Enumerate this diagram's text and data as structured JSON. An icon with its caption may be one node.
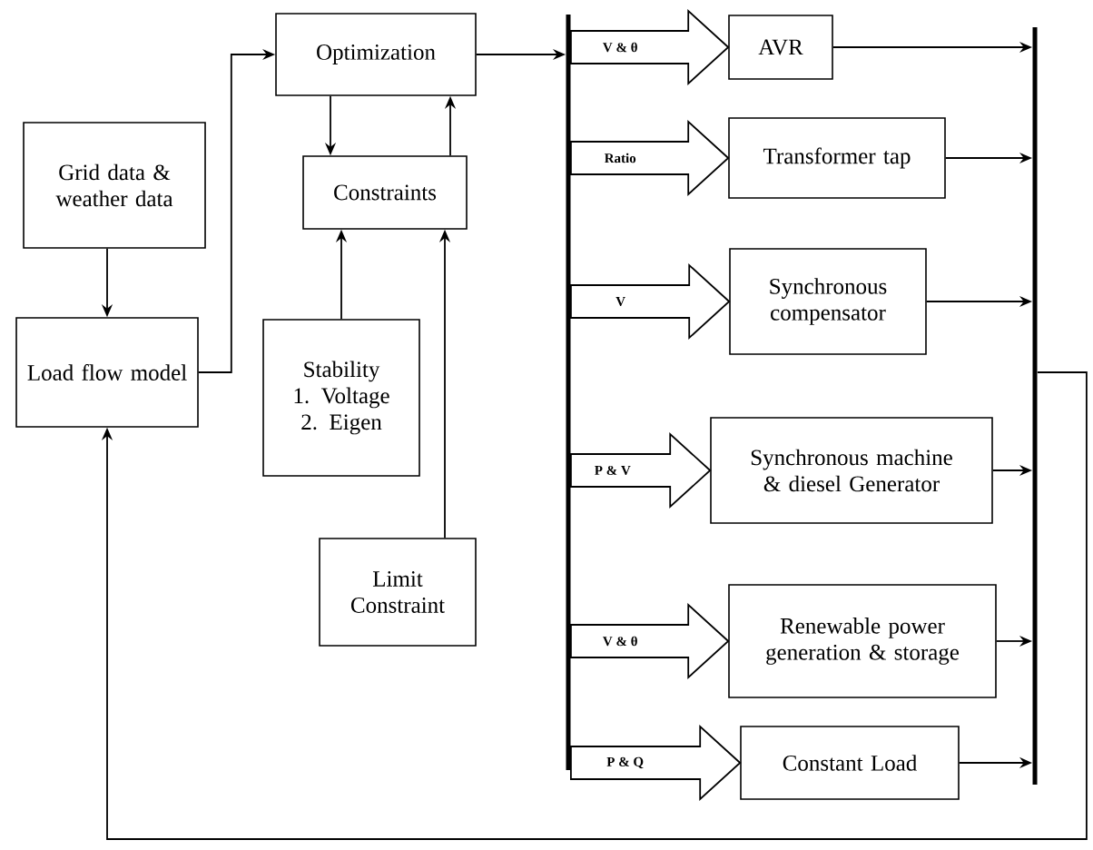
{
  "diagram": {
    "nodes": [
      {
        "text": [
          "Grid data & weather data"
        ]
      },
      {
        "text": [
          "Load flow model"
        ]
      },
      {
        "text": [
          "Optimization"
        ]
      },
      {
        "text": [
          "Constraints"
        ]
      },
      {
        "text": [
          "Stability",
          "1. Voltage",
          "2. Eigen"
        ]
      },
      {
        "text": [
          "Limit Constraint"
        ]
      },
      {
        "text": [
          "AVR"
        ]
      },
      {
        "text": [
          "Transformer tap"
        ]
      },
      {
        "text": [
          "Synchronous compensator"
        ]
      },
      {
        "text": [
          "Synchronous machine & diesel Generator"
        ]
      },
      {
        "text": [
          "Renewable power generation & storage"
        ]
      },
      {
        "text": [
          "Constant Load"
        ]
      },
      {
        "text": [],
        "shape": "bar"
      },
      {
        "text": [],
        "shape": "bar"
      }
    ],
    "edges": [
      {
        "from": 0,
        "to": 1,
        "arrow": "to"
      },
      {
        "from": 1,
        "to": 2,
        "arrow": "to"
      },
      {
        "from": 2,
        "to": 3,
        "arrow": "to"
      },
      {
        "from": 3,
        "to": 2,
        "arrow": "to"
      },
      {
        "from": 4,
        "to": 3,
        "arrow": "to"
      },
      {
        "from": 5,
        "to": 3,
        "arrow": "to"
      },
      {
        "from": 2,
        "to": 12,
        "arrow": "to"
      },
      {
        "from": 12,
        "to": 6,
        "arrow": "to",
        "style": "thick",
        "label": "V & θ"
      },
      {
        "from": 12,
        "to": 7,
        "arrow": "to",
        "style": "thick",
        "label": "Ratio"
      },
      {
        "from": 12,
        "to": 8,
        "arrow": "to",
        "style": "thick",
        "label": "V"
      },
      {
        "from": 12,
        "to": 9,
        "arrow": "to",
        "style": "thick",
        "label": "P & V"
      },
      {
        "from": 12,
        "to": 10,
        "arrow": "to",
        "style": "thick",
        "label": "V & θ"
      },
      {
        "from": 12,
        "to": 11,
        "arrow": "to",
        "style": "thick",
        "label": "P & Q"
      },
      {
        "from": 6,
        "to": 13,
        "arrow": "to"
      },
      {
        "from": 7,
        "to": 13,
        "arrow": "to"
      },
      {
        "from": 8,
        "to": 13,
        "arrow": "to"
      },
      {
        "from": 9,
        "to": 13,
        "arrow": "to"
      },
      {
        "from": 10,
        "to": 13,
        "arrow": "to"
      },
      {
        "from": 11,
        "to": 13,
        "arrow": "to"
      },
      {
        "from": 13,
        "to": 1,
        "arrow": "to"
      }
    ]
  }
}
